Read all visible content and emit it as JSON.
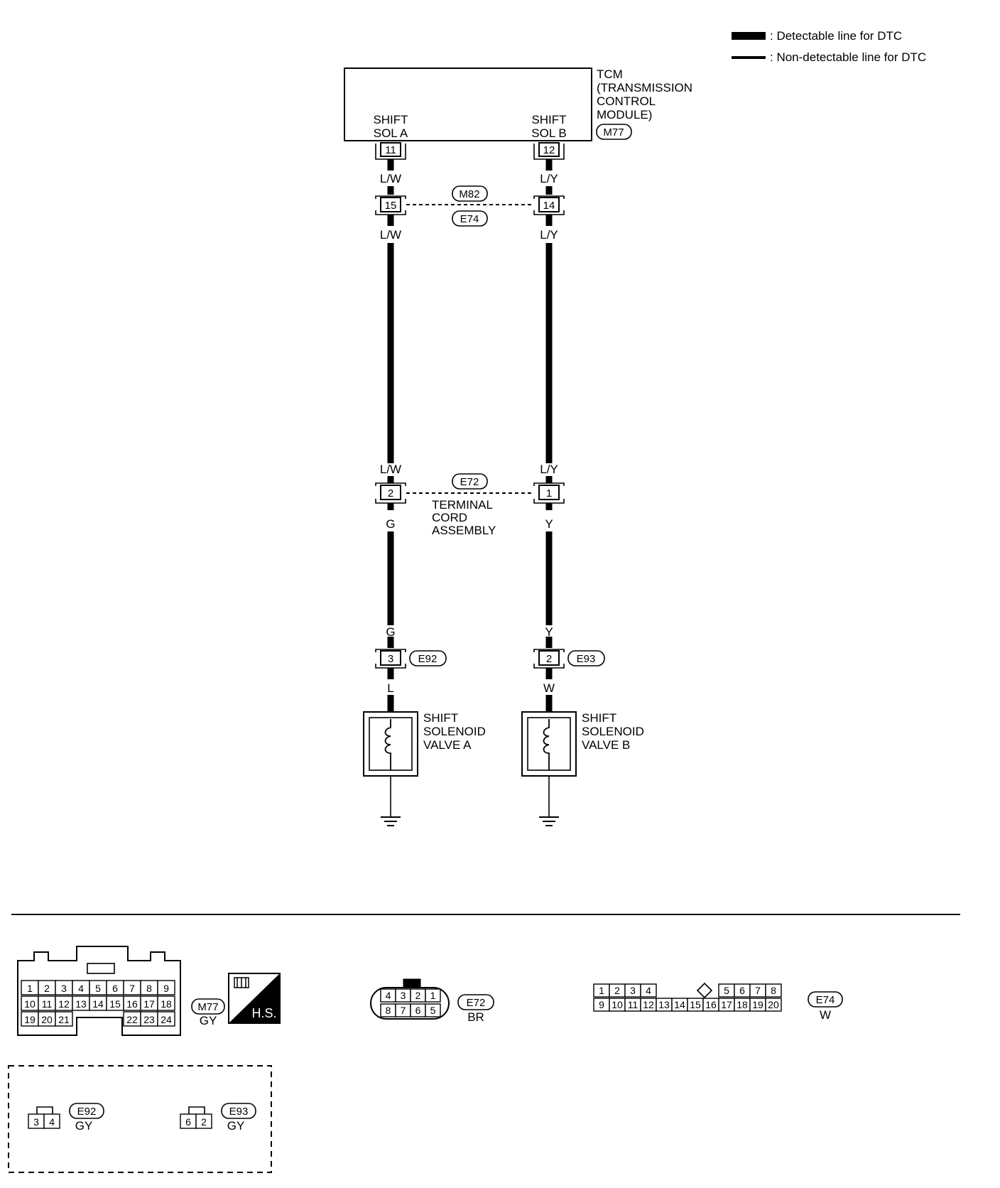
{
  "legend": {
    "detectable": ": Detectable line for DTC",
    "non_detectable": ": Non-detectable line for DTC"
  },
  "tcm": {
    "lines": [
      "TCM",
      "(TRANSMISSION",
      "CONTROL",
      "MODULE)"
    ],
    "connector": "M77",
    "sol_a_label": [
      "SHIFT",
      "SOL A"
    ],
    "sol_b_label": [
      "SHIFT",
      "SOL B"
    ],
    "pin_a": "11",
    "pin_b": "12"
  },
  "wires": {
    "a_top": "L/W",
    "b_top": "L/Y",
    "a_mid": "L/W",
    "b_mid": "L/Y",
    "a_upper_e72": "L/W",
    "b_upper_e72": "L/Y",
    "a_lower_e72": "G",
    "b_lower_e72": "Y",
    "a_upper_sol": "G",
    "b_upper_sol": "Y",
    "a_sol": "L",
    "b_sol": "W"
  },
  "joint_m82_e74": {
    "pin_a": "15",
    "pin_b": "14",
    "conn_top": "M82",
    "conn_bottom": "E74"
  },
  "joint_e72": {
    "pin_a": "2",
    "pin_b": "1",
    "conn": "E72",
    "label": [
      "TERMINAL",
      "CORD",
      "ASSEMBLY"
    ]
  },
  "sol_connectors": {
    "a_pin": "3",
    "a_conn": "E92",
    "b_pin": "2",
    "b_conn": "E93"
  },
  "solenoids": {
    "a_label": [
      "SHIFT",
      "SOLENOID",
      "VALVE A"
    ],
    "b_label": [
      "SHIFT",
      "SOLENOID",
      "VALVE B"
    ]
  },
  "connector_views": {
    "m77": {
      "id": "M77",
      "color": "GY",
      "row1": [
        "1",
        "2",
        "3",
        "4",
        "5",
        "6",
        "7",
        "8",
        "9"
      ],
      "row2": [
        "10",
        "11",
        "12",
        "13",
        "14",
        "15",
        "16",
        "17",
        "18"
      ],
      "row3_left": [
        "19",
        "20",
        "21"
      ],
      "row3_right": [
        "22",
        "23",
        "24"
      ],
      "hs_label": "H.S."
    },
    "e72": {
      "id": "E72",
      "color": "BR",
      "row1": [
        "4",
        "3",
        "2",
        "1"
      ],
      "row2": [
        "8",
        "7",
        "6",
        "5"
      ]
    },
    "e74": {
      "id": "E74",
      "color": "W",
      "row1_left": [
        "1",
        "2",
        "3",
        "4"
      ],
      "row1_right": [
        "5",
        "6",
        "7",
        "8"
      ],
      "row2": [
        "9",
        "10",
        "11",
        "12",
        "13",
        "14",
        "15",
        "16",
        "17",
        "18",
        "19",
        "20"
      ]
    },
    "e92": {
      "id": "E92",
      "color": "GY",
      "pins": [
        "3",
        "4"
      ]
    },
    "e93": {
      "id": "E93",
      "color": "GY",
      "pins": [
        "6",
        "2"
      ]
    }
  }
}
